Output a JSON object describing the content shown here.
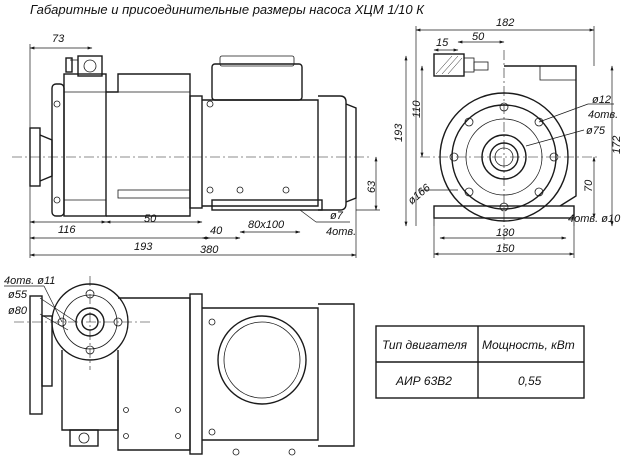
{
  "title": "Габаритные и присоединительные размеры насоса ХЦМ 1/10 К",
  "front_view": {
    "dims": {
      "d73": "73",
      "d116": "116",
      "d50": "50",
      "d193": "193",
      "d40": "40",
      "d80x100": "80x100",
      "d380": "380",
      "d63": "63",
      "d7": "ø7",
      "holes4": "4отв."
    }
  },
  "side_view": {
    "dims": {
      "d182": "182",
      "d50": "50",
      "d15": "15",
      "d110": "110",
      "d193": "193",
      "d12": "ø12",
      "holes4": "4отв.",
      "d75": "ø75",
      "d172": "172",
      "d166": "ø166",
      "d70": "70",
      "holes4d10": "4отв. ø10",
      "d130": "130",
      "d150": "150"
    }
  },
  "top_view": {
    "dims": {
      "holes4d11": "4отв. ø11",
      "d55": "ø55",
      "d80": "ø80"
    }
  },
  "table": {
    "headers": [
      "Тип двигателя",
      "Мощность, кВт"
    ],
    "rows": [
      [
        "АИР 63В2",
        "0,55"
      ]
    ]
  }
}
